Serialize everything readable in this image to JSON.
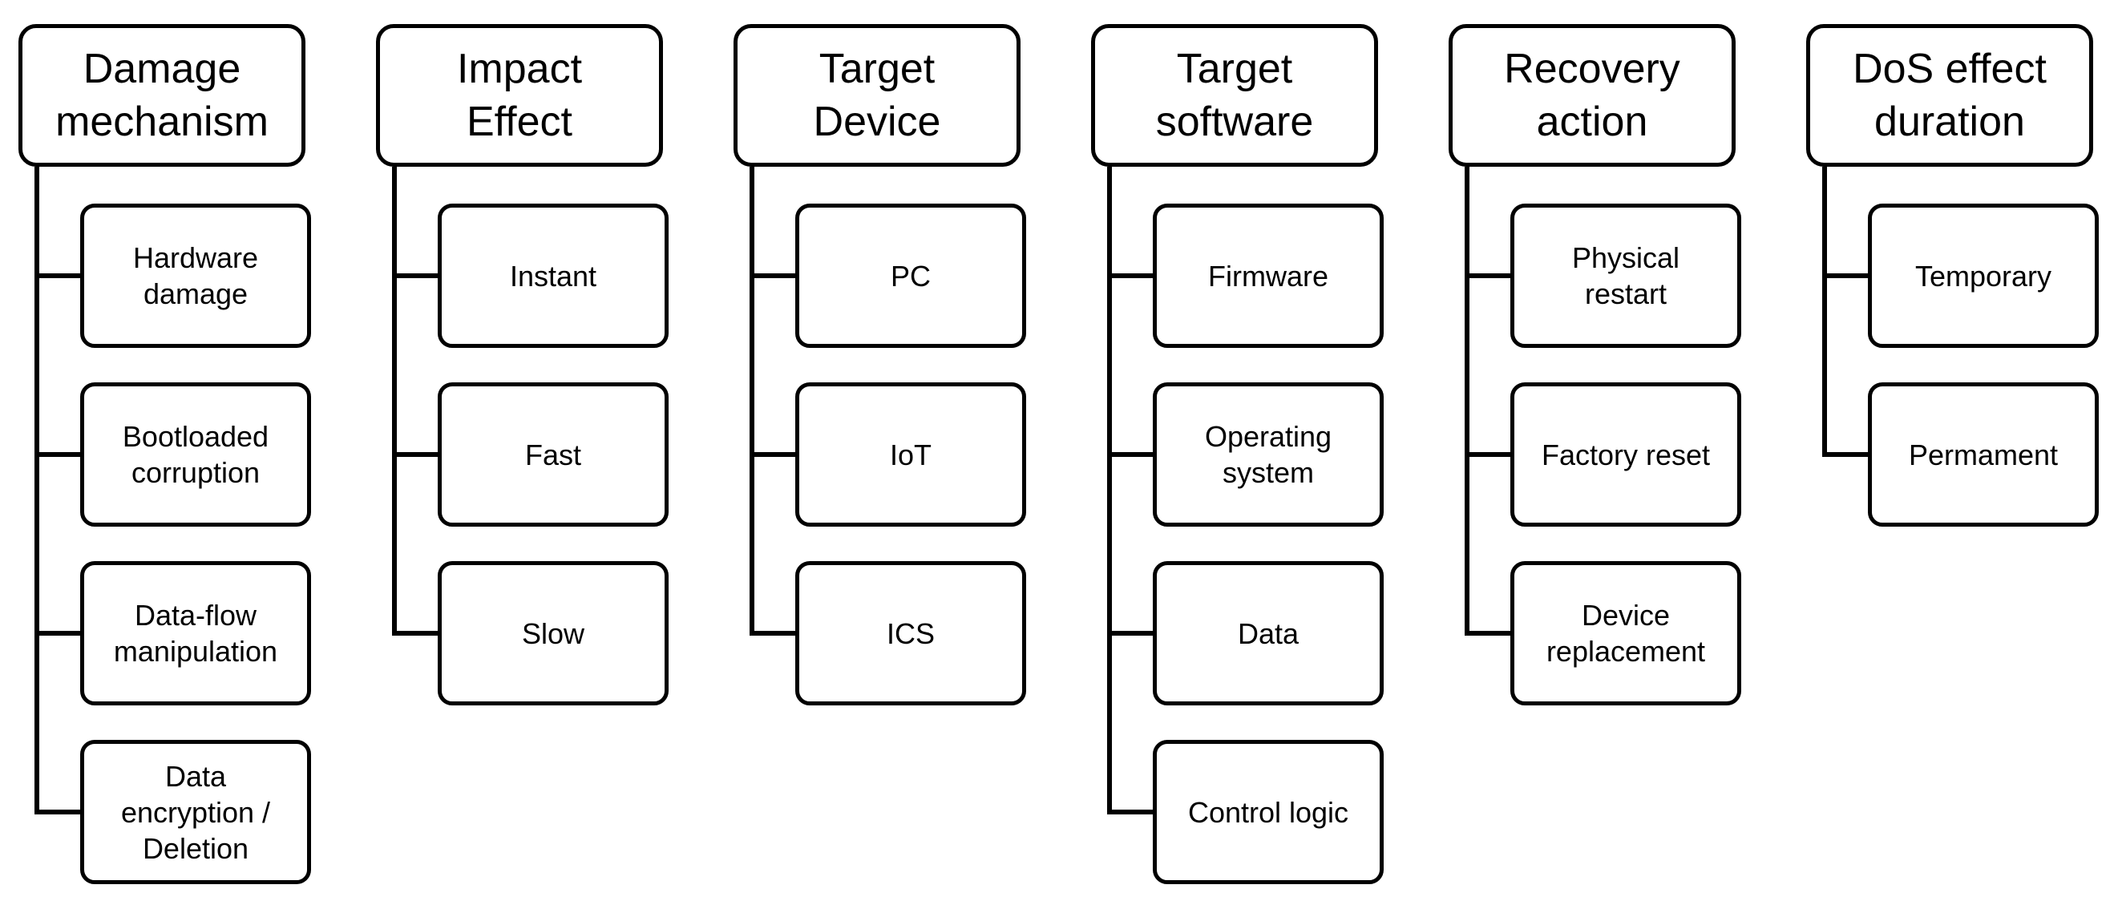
{
  "columns": [
    {
      "title": "Damage\nmechanism",
      "items": [
        "Hardware\ndamage",
        "Bootloaded\ncorruption",
        "Data-flow\nmanipulation",
        "Data\nencryption /\nDeletion"
      ]
    },
    {
      "title": "Impact\nEffect",
      "items": [
        "Instant",
        "Fast",
        "Slow"
      ]
    },
    {
      "title": "Target\nDevice",
      "items": [
        "PC",
        "IoT",
        "ICS"
      ]
    },
    {
      "title": "Target\nsoftware",
      "items": [
        "Firmware",
        "Operating\nsystem",
        "Data",
        "Control logic"
      ]
    },
    {
      "title": "Recovery\naction",
      "items": [
        "Physical\nrestart",
        "Factory reset",
        "Device\nreplacement"
      ]
    },
    {
      "title": "DoS effect\nduration",
      "items": [
        "Temporary",
        "Permament"
      ]
    }
  ]
}
